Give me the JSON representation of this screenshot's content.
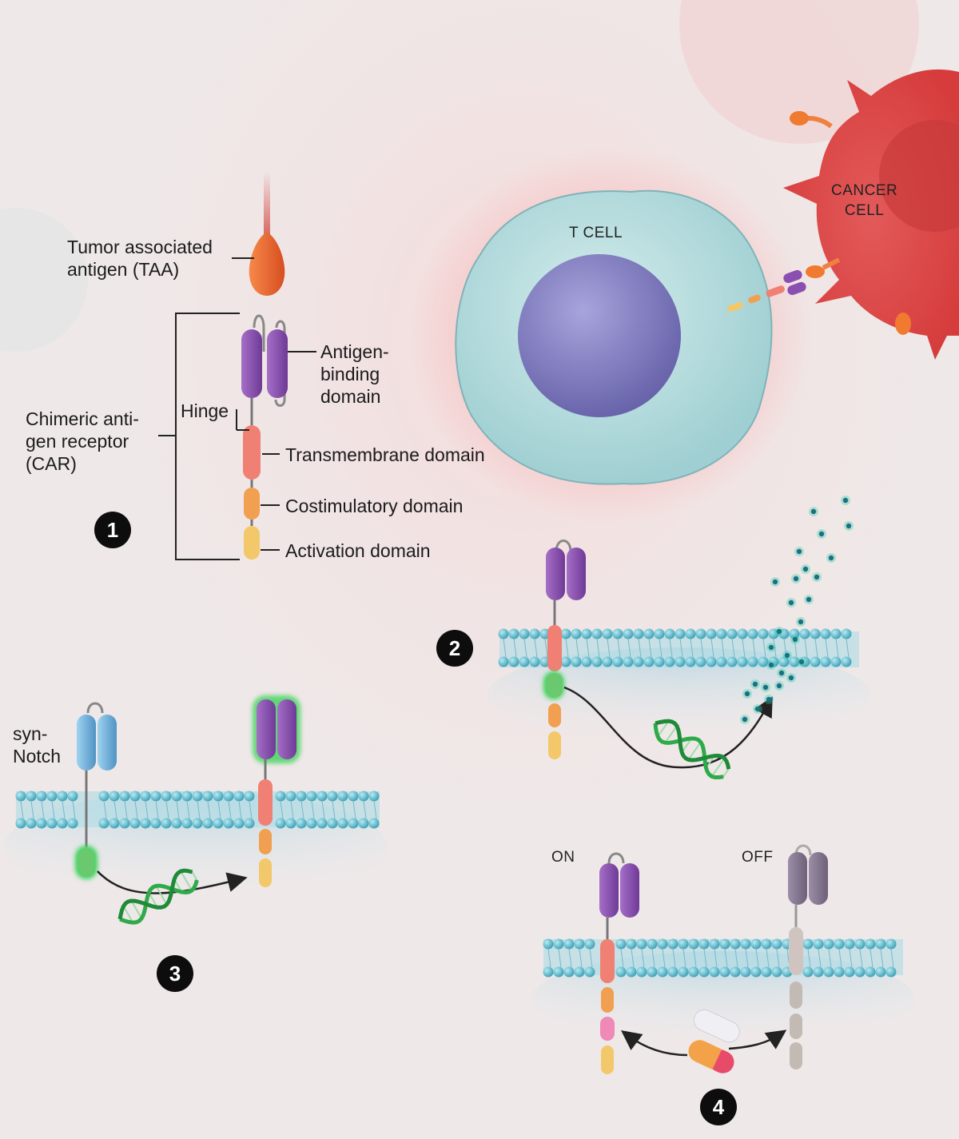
{
  "labels": {
    "taa": "Tumor associated\nantigen (TAA)",
    "car": "Chimeric anti-\ngen receptor\n(CAR)",
    "hinge": "Hinge",
    "antigen_binding": "Antigen-\nbinding\ndomain",
    "transmembrane": "Transmembrane domain",
    "costimulatory": "Costimulatory domain",
    "activation": "Activation domain",
    "synnotch": "syn-\nNotch",
    "on": "ON",
    "off": "OFF",
    "t_cell": "T CELL",
    "cancer_cell": "CANCER\nCELL"
  },
  "steps": [
    "1",
    "2",
    "3",
    "4"
  ],
  "colors": {
    "binding": "#8a4fb0",
    "transmembrane": "#f08073",
    "costimulatory": "#f0a050",
    "activation": "#f2c86a",
    "notch": "#7ab8e0",
    "glow": "#3ed35a",
    "membrane": "#5bbfd0",
    "tcell": "#bfe0e0",
    "nucleus": "#8c88c8",
    "cancer": "#e04848",
    "dna": "#2faa4a"
  }
}
